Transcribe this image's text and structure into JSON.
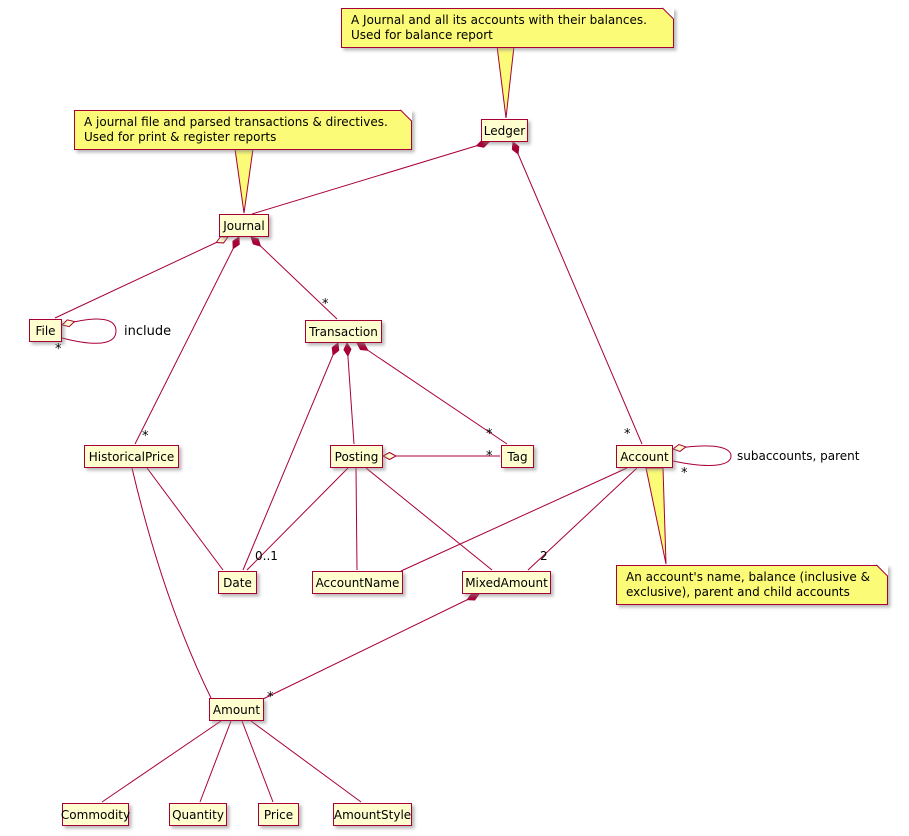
{
  "diagram": {
    "nodes": {
      "ledger": "Ledger",
      "journal": "Journal",
      "file": "File",
      "transaction": "Transaction",
      "historical_price": "HistoricalPrice",
      "posting": "Posting",
      "tag": "Tag",
      "account": "Account",
      "date": "Date",
      "account_name": "AccountName",
      "mixed_amount": "MixedAmount",
      "amount": "Amount",
      "commodity": "Commodity",
      "quantity": "Quantity",
      "price": "Price",
      "amount_style": "AmountStyle"
    },
    "notes": {
      "ledger_note": {
        "line1": "A Journal and all its accounts with their balances.",
        "line2": "Used for balance report"
      },
      "journal_note": {
        "line1": "A journal file and parsed transactions & directives.",
        "line2": "Used for print & register reports"
      },
      "account_note": {
        "line1": "An account's name, balance (inclusive &",
        "line2": "exclusive), parent and child accounts"
      }
    },
    "labels": {
      "many": "*",
      "zero_or_one": "0..1",
      "two": "2",
      "include": "include",
      "subaccounts_parent": "subaccounts, parent"
    },
    "colors": {
      "node_fill": "#FEFECE",
      "note_fill": "#FBFB77",
      "edge_and_border": "#A80036"
    }
  }
}
